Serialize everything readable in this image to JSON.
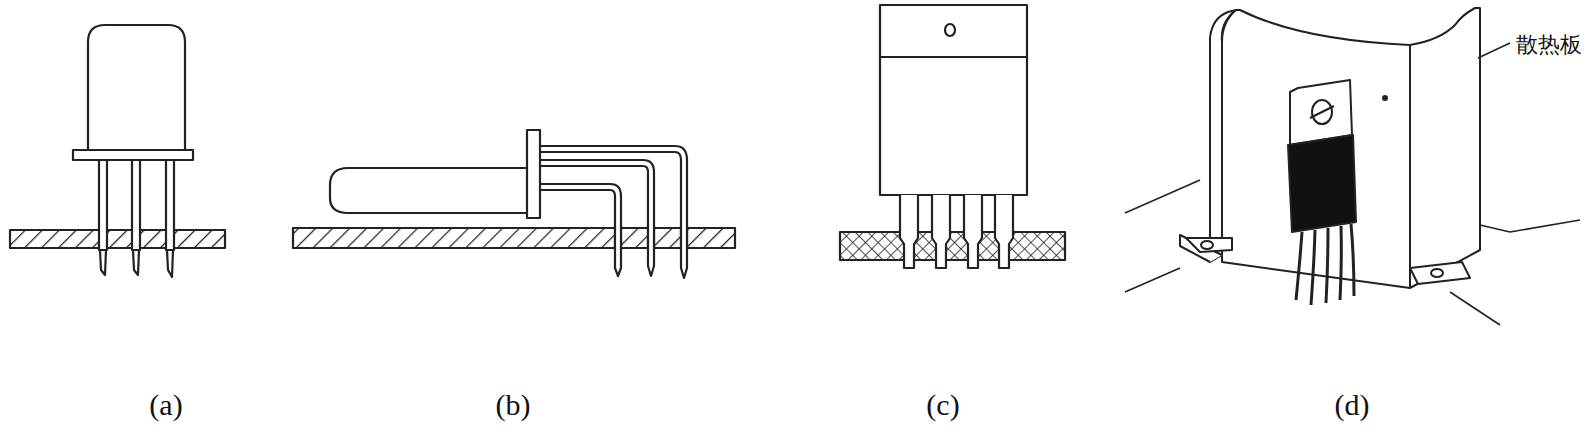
{
  "diagram": {
    "labels": [
      "散热板",
      "(a)",
      "(b)",
      "(c)",
      "(d)"
    ]
  }
}
